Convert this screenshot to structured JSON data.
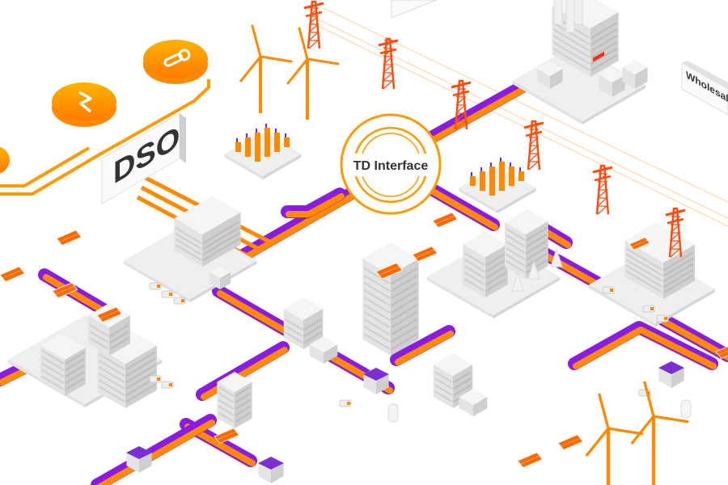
{
  "labels": {
    "dso": "DSO",
    "td_interface": "TD Interface",
    "wholesale": "Wholesale"
  },
  "icons": [
    "thermometer-icon",
    "lightning-icon",
    "circle-icon"
  ],
  "colors": {
    "orange": "#ff8a00",
    "orange_light": "#ffb100",
    "purple": "#8a1be2",
    "red": "#ff2a1a",
    "pylon": "#ff4d10",
    "building_top": "#f5f5f5",
    "building_left": "#e4e4e4",
    "building_right": "#cfcfcf"
  }
}
